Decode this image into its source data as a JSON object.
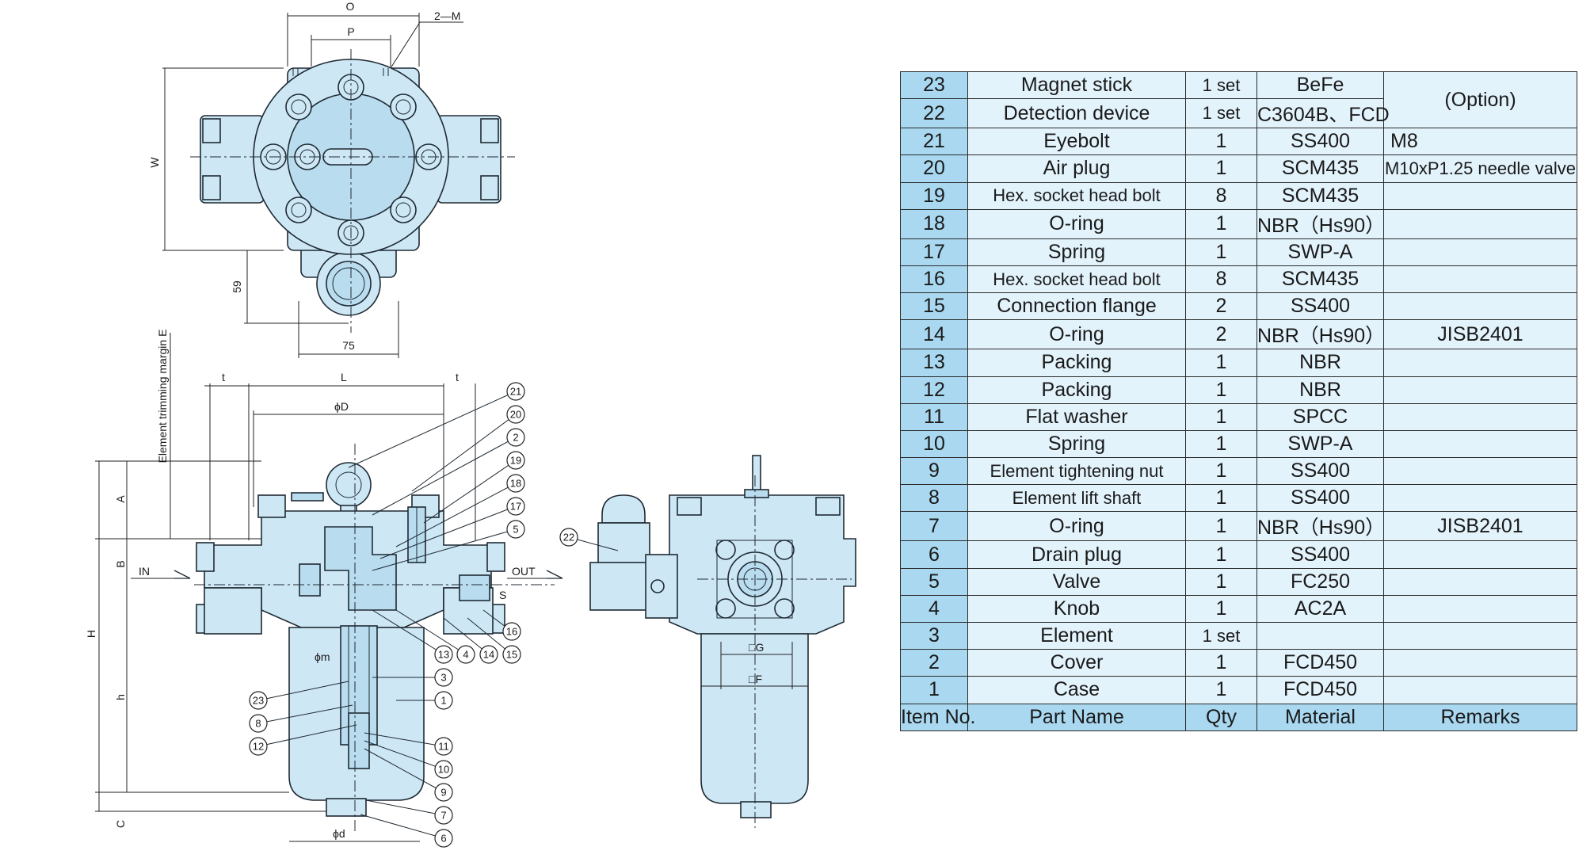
{
  "dimension_labels": {
    "O": "O",
    "P": "P",
    "two_m": "2—M",
    "W": "W",
    "d59": "59",
    "d75": "75",
    "t_left": "t",
    "t_right": "t",
    "L": "L",
    "phiD": "ϕD",
    "element_margin": "Element trimming margin E",
    "A": "A",
    "B": "B",
    "H": "H",
    "h": "h",
    "C": "C",
    "in_label": "IN",
    "out_label": "OUT",
    "S": "S",
    "phim": "ϕm",
    "phid": "ϕd",
    "G": "□G",
    "F": "□F"
  },
  "callouts": [
    "21",
    "20",
    "2",
    "19",
    "18",
    "17",
    "5",
    "22",
    "13",
    "4",
    "14",
    "15",
    "16",
    "3",
    "1",
    "23",
    "8",
    "12",
    "11",
    "10",
    "9",
    "7",
    "6"
  ],
  "table": {
    "header": {
      "no": "Item No.",
      "name": "Part Name",
      "qty": "Qty",
      "material": "Material",
      "remarks": "Remarks"
    },
    "rows": [
      {
        "no": "23",
        "name": "Magnet stick",
        "qty": "1 set",
        "material": "BeFe",
        "remarks": "(Option)"
      },
      {
        "no": "22",
        "name": "Detection device",
        "qty": "1 set",
        "material": "C3604B、FCD",
        "remarks": ""
      },
      {
        "no": "21",
        "name": "Eyebolt",
        "qty": "1",
        "material": "SS400",
        "remarks": "M8"
      },
      {
        "no": "20",
        "name": "Air plug",
        "qty": "1",
        "material": "SCM435",
        "remarks": "M10xP1.25 needle valve"
      },
      {
        "no": "19",
        "name": "Hex. socket head bolt",
        "qty": "8",
        "material": "SCM435",
        "remarks": ""
      },
      {
        "no": "18",
        "name": "O-ring",
        "qty": "1",
        "material": "NBR（Hs90）",
        "remarks": ""
      },
      {
        "no": "17",
        "name": "Spring",
        "qty": "1",
        "material": "SWP-A",
        "remarks": ""
      },
      {
        "no": "16",
        "name": "Hex. socket head bolt",
        "qty": "8",
        "material": "SCM435",
        "remarks": ""
      },
      {
        "no": "15",
        "name": "Connection flange",
        "qty": "2",
        "material": "SS400",
        "remarks": ""
      },
      {
        "no": "14",
        "name": "O-ring",
        "qty": "2",
        "material": "NBR（Hs90）",
        "remarks": "JISB2401"
      },
      {
        "no": "13",
        "name": "Packing",
        "qty": "1",
        "material": "NBR",
        "remarks": ""
      },
      {
        "no": "12",
        "name": "Packing",
        "qty": "1",
        "material": "NBR",
        "remarks": ""
      },
      {
        "no": "11",
        "name": "Flat washer",
        "qty": "1",
        "material": "SPCC",
        "remarks": ""
      },
      {
        "no": "10",
        "name": "Spring",
        "qty": "1",
        "material": "SWP-A",
        "remarks": ""
      },
      {
        "no": "9",
        "name": "Element tightening nut",
        "qty": "1",
        "material": "SS400",
        "remarks": ""
      },
      {
        "no": "8",
        "name": "Element lift shaft",
        "qty": "1",
        "material": "SS400",
        "remarks": ""
      },
      {
        "no": "7",
        "name": "O-ring",
        "qty": "1",
        "material": "NBR（Hs90）",
        "remarks": "JISB2401"
      },
      {
        "no": "6",
        "name": "Drain plug",
        "qty": "1",
        "material": "SS400",
        "remarks": ""
      },
      {
        "no": "5",
        "name": "Valve",
        "qty": "1",
        "material": "FC250",
        "remarks": ""
      },
      {
        "no": "4",
        "name": "Knob",
        "qty": "1",
        "material": "AC2A",
        "remarks": ""
      },
      {
        "no": "3",
        "name": "Element",
        "qty": "1 set",
        "material": "",
        "remarks": ""
      },
      {
        "no": "2",
        "name": "Cover",
        "qty": "1",
        "material": "FCD450",
        "remarks": ""
      },
      {
        "no": "1",
        "name": "Case",
        "qty": "1",
        "material": "FCD450",
        "remarks": ""
      }
    ]
  }
}
